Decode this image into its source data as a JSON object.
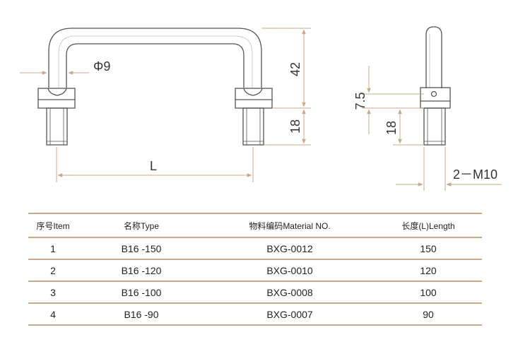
{
  "drawing": {
    "dimensions": {
      "diameter": "Φ9",
      "height_upper": "42",
      "height_thread": "18",
      "length": "L",
      "side_height": "7.5",
      "side_thread": "18",
      "thread_spec": "2－M10"
    },
    "colors": {
      "outline": "#555555",
      "dimension": "#c9a88c"
    }
  },
  "table": {
    "headers": [
      "序号Item",
      "名称Type",
      "物料编码Material NO.",
      "长度(L)Length"
    ],
    "rows": [
      [
        "1",
        "B16 -150",
        "BXG-0012",
        "150"
      ],
      [
        "2",
        "B16 -120",
        "BXG-0010",
        "120"
      ],
      [
        "3",
        "B16 -100",
        "BXG-0008",
        "100"
      ],
      [
        "4",
        "B16 -90",
        "BXG-0007",
        "90"
      ]
    ]
  }
}
